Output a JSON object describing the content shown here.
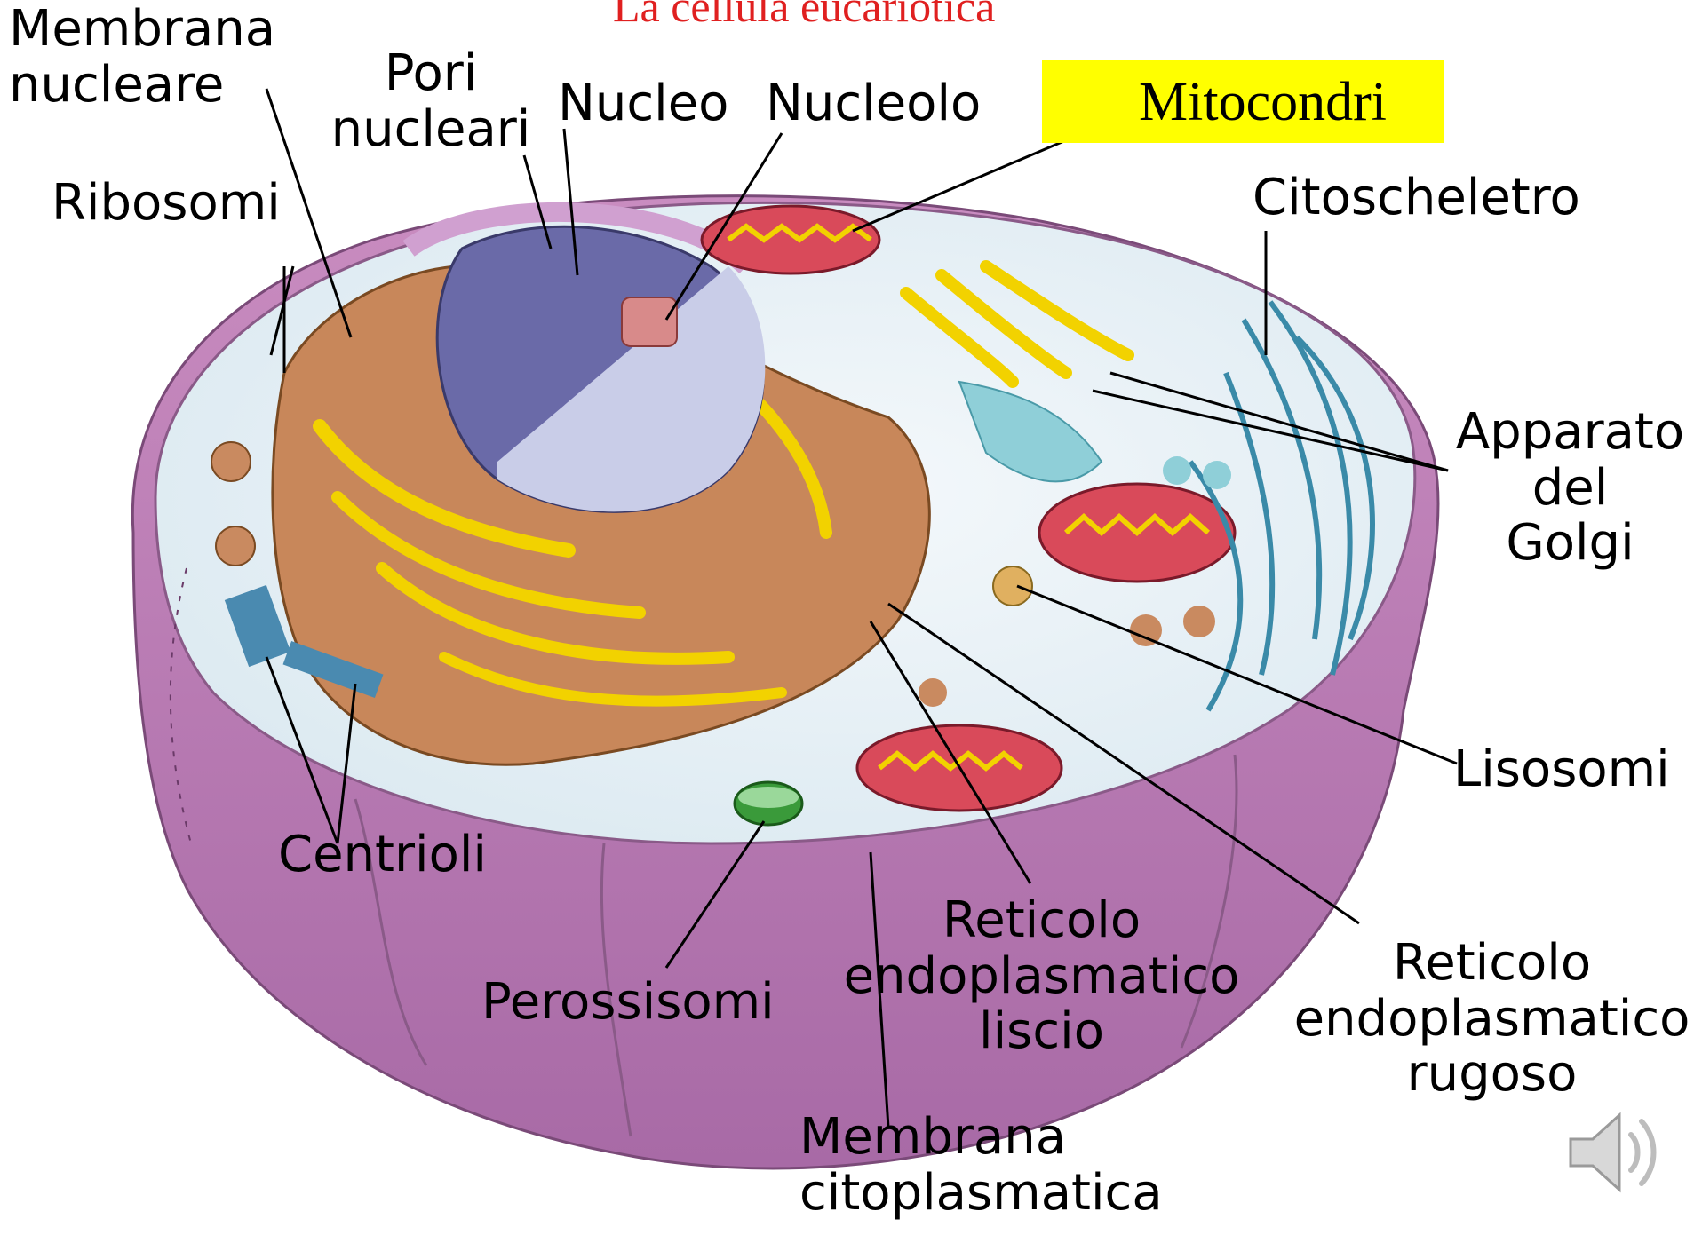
{
  "title": "La cellula eucariotica",
  "highlight_color": "#ffff00",
  "title_color": "#e02020",
  "labels": {
    "membrana_nucleare": [
      "Membrana",
      "nucleare"
    ],
    "pori_nucleari": [
      "Pori",
      "nucleari"
    ],
    "nucleo": "Nucleo",
    "nucleolo": "Nucleolo",
    "mitocondri": "Mitocondri",
    "citoscheletro": "Citoscheletro",
    "ribosomi": "Ribosomi",
    "apparato_golgi": [
      "Apparato",
      "del",
      "Golgi"
    ],
    "lisosomi": "Lisosomi",
    "centrioli": "Centrioli",
    "perossisomi": "Perossisomi",
    "rer_liscio": [
      "Reticolo",
      "endoplasmatico",
      "liscio"
    ],
    "rer_rugoso": [
      "Reticolo",
      "endoplasmatico",
      "rugoso"
    ],
    "membrana_citoplasmatica": [
      "Membrana",
      "citoplasmatica"
    ]
  },
  "audio_icon": "speaker-icon"
}
